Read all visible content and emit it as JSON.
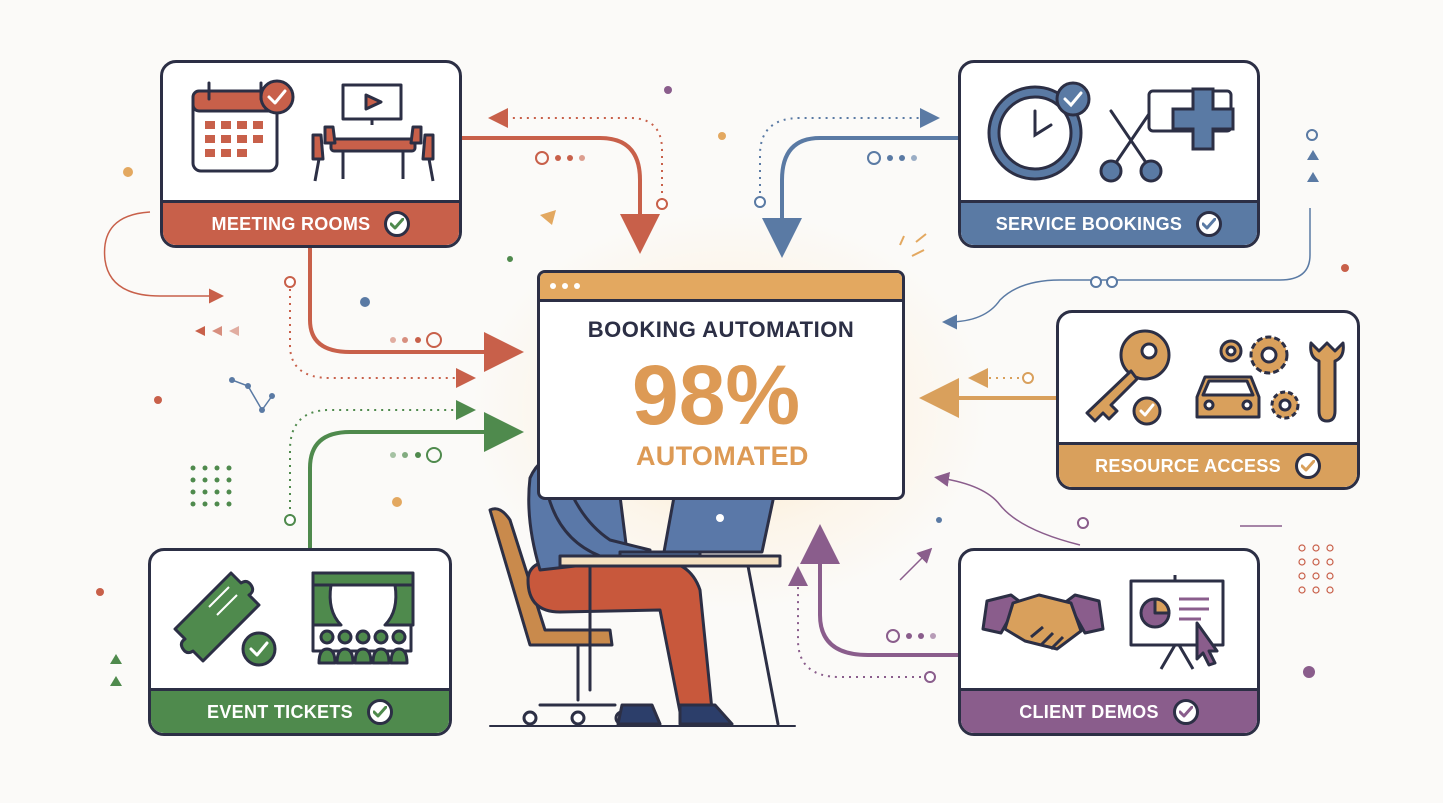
{
  "hub": {
    "title": "BOOKING AUTOMATION",
    "metric": "98%",
    "metric_caption": "AUTOMATED"
  },
  "cards": [
    {
      "id": "meeting",
      "label": "MEETING ROOMS",
      "color": "#c8604a",
      "icons": [
        "calendar-icon",
        "conference-room-icon"
      ]
    },
    {
      "id": "service",
      "label": "SERVICE BOOKINGS",
      "color": "#5a7aa4",
      "icons": [
        "clock-icon",
        "scissors-icon",
        "medical-cross-icon"
      ]
    },
    {
      "id": "resource",
      "label": "RESOURCE ACCESS",
      "color": "#d9a05c",
      "icons": [
        "key-icon",
        "car-icon",
        "gears-icon",
        "wrench-icon"
      ]
    },
    {
      "id": "events",
      "label": "EVENT TICKETS",
      "color": "#4f8a4d",
      "icons": [
        "ticket-icon",
        "theater-icon"
      ]
    },
    {
      "id": "demos",
      "label": "CLIENT DEMOS",
      "color": "#8a5d8c",
      "icons": [
        "handshake-icon",
        "presentation-icon"
      ]
    }
  ],
  "colors": {
    "outline": "#2c2f45",
    "accent": "#dd9a55",
    "skin": "#e8a878",
    "shirt": "#5a78a8",
    "pants": "#c8583c"
  }
}
